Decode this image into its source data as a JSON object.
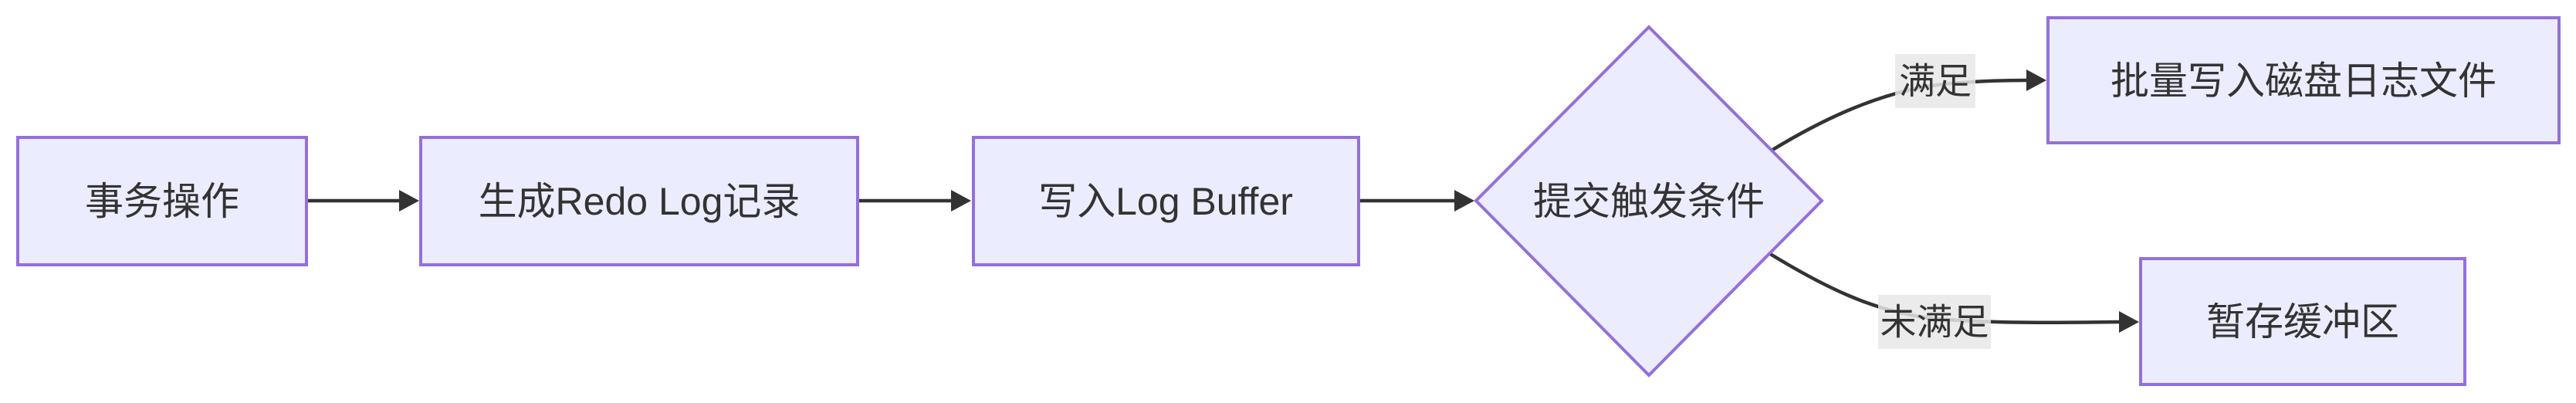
{
  "diagram": {
    "type": "flowchart",
    "direction": "left-to-right",
    "background_color": "#ffffff",
    "colors": {
      "node_fill": "#ECECFF",
      "node_border": "#9370DB",
      "edge_line": "#333333",
      "text": "#333333",
      "edge_label_background": "#e8e8e8"
    },
    "nodes": [
      {
        "id": "transaction",
        "label": "事务操作",
        "shape": "rectangle"
      },
      {
        "id": "generate-redo-log",
        "label": "生成Redo Log记录",
        "shape": "rectangle"
      },
      {
        "id": "write-log-buffer",
        "label": "写入Log Buffer",
        "shape": "rectangle"
      },
      {
        "id": "commit-trigger-condition",
        "label": "提交触发条件",
        "shape": "diamond"
      },
      {
        "id": "batch-write-disk-log",
        "label": "批量写入磁盘日志文件",
        "shape": "rectangle"
      },
      {
        "id": "staging-buffer",
        "label": "暂存缓冲区",
        "shape": "rectangle"
      }
    ],
    "edges": [
      {
        "from": "transaction",
        "to": "generate-redo-log",
        "label": ""
      },
      {
        "from": "generate-redo-log",
        "to": "write-log-buffer",
        "label": ""
      },
      {
        "from": "write-log-buffer",
        "to": "commit-trigger-condition",
        "label": ""
      },
      {
        "from": "commit-trigger-condition",
        "to": "batch-write-disk-log",
        "label": "满足"
      },
      {
        "from": "commit-trigger-condition",
        "to": "staging-buffer",
        "label": "未满足"
      }
    ]
  }
}
